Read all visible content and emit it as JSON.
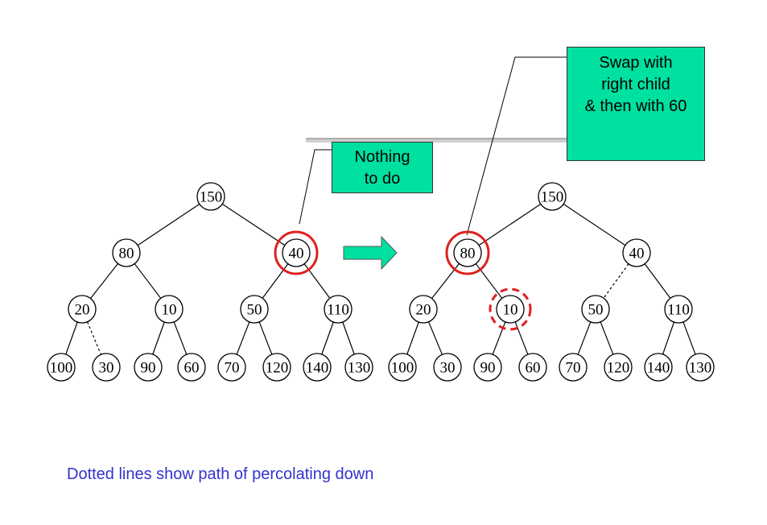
{
  "colors": {
    "callout_fill": "#00e0a0",
    "highlight": "#e02020",
    "arrow": "#00e0a0",
    "caption": "#3333cc"
  },
  "callouts": {
    "nothing": [
      "Nothing",
      "to do"
    ],
    "swap": [
      "Swap with",
      "right child",
      "& then with 60"
    ]
  },
  "caption": "Dotted lines show path of percolating down",
  "trees": [
    {
      "nodes": [
        "150",
        "80",
        "40",
        "20",
        "10",
        "50",
        "110",
        "100",
        "30",
        "90",
        "60",
        "70",
        "120",
        "140",
        "130"
      ],
      "dotted_edges": [
        [
          3,
          8
        ]
      ],
      "highlight_solid": [
        2
      ],
      "highlight_dashed": []
    },
    {
      "nodes": [
        "150",
        "80",
        "40",
        "20",
        "10",
        "50",
        "110",
        "100",
        "30",
        "90",
        "60",
        "70",
        "120",
        "140",
        "130"
      ],
      "dotted_edges": [
        [
          2,
          5
        ]
      ],
      "highlight_solid": [
        1
      ],
      "highlight_dashed": [
        4
      ]
    }
  ]
}
